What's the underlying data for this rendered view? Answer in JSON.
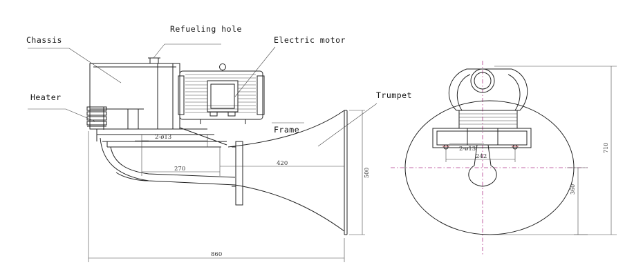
{
  "labels": {
    "refueling_hole": "Refueling hole",
    "chassis": "Chassis",
    "electric_motor": "Electric motor",
    "heater": "Heater",
    "trumpet": "Trumpet",
    "frame": "Frame"
  },
  "dimensions": {
    "bolt_holes_side": "2-ø13",
    "bolt_holes_front": "2-ø13",
    "d270": "270",
    "d420": "420",
    "d500": "500",
    "d860": "860",
    "d242": "242",
    "d360": "360",
    "d710": "710"
  },
  "colors": {
    "line": "#222222",
    "centerline": "#b0368a",
    "accent": "#dd2233"
  }
}
